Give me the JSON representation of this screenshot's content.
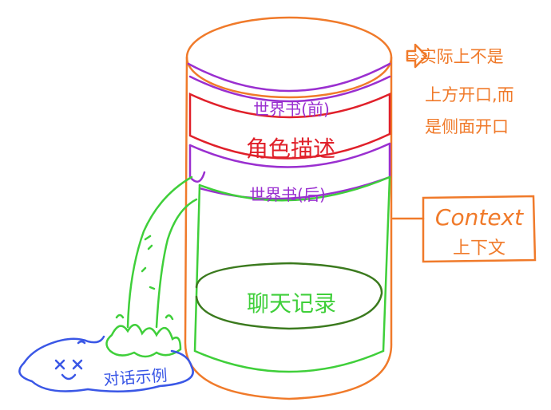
{
  "labels": {
    "worldbook_before": "世界书(前)",
    "role_description": "角色描述",
    "worldbook_after": "世界书(后)",
    "chat_history": "聊天记录",
    "dialogue_examples": "对话示例",
    "context_en": "Context",
    "context_cn": "上下文",
    "note_line1": "⇨实际上不是",
    "note_line2": "上方开口,而",
    "note_line3": "是侧面开口"
  },
  "colors": {
    "cup_outline": "#f07a2a",
    "worldbook": "#9a2fd0",
    "role": "#e0202a",
    "chat": "#3fcf3a",
    "chat_base": "#3b7a1e",
    "puddle": "#3a57e6",
    "context_box": "#f07a2a"
  }
}
